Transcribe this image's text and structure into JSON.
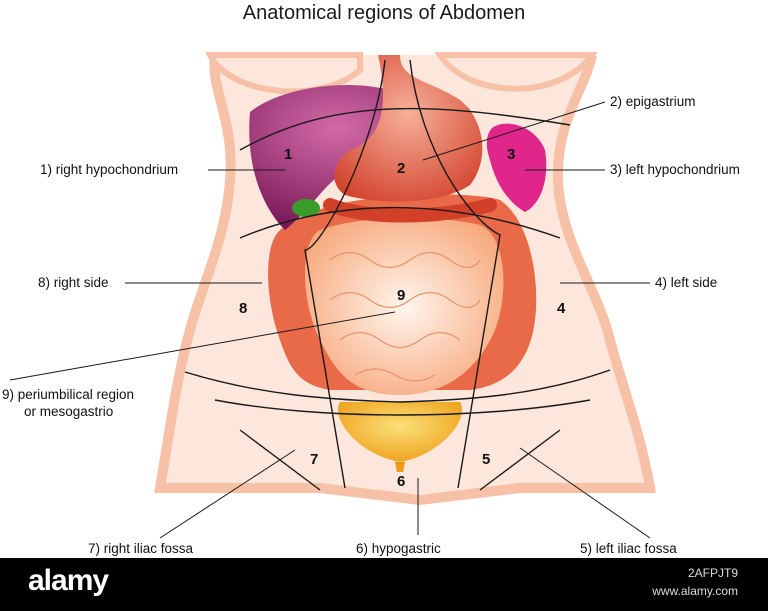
{
  "title": "Anatomical regions of Abdomen",
  "regions": [
    {
      "number": "1",
      "label": "1) right hypochondrium"
    },
    {
      "number": "2",
      "label": "2) epigastrium"
    },
    {
      "number": "3",
      "label": "3) left hypochondrium"
    },
    {
      "number": "4",
      "label": "4) left side"
    },
    {
      "number": "5",
      "label": "5) left iliac fossa"
    },
    {
      "number": "6",
      "label": "6) hypogastric"
    },
    {
      "number": "7",
      "label": "7) right iliac fossa"
    },
    {
      "number": "8",
      "label": "8) right side"
    },
    {
      "number": "9",
      "label_line1": "9) periumbilical region",
      "label_line2": "or mesogastrio"
    }
  ],
  "footer": {
    "brand": "alamy",
    "image_id": "2AFPJT9",
    "site": "www.alamy.com"
  },
  "colors": {
    "skin": "#f7c2a8",
    "liver": "#9c2a72",
    "stomach": "#e45a3e",
    "spleen": "#e0268a",
    "intestine_small": "#f7b890",
    "intestine_large": "#e86a48",
    "bladder": "#f0a020",
    "gallbladder": "#3a9a2a"
  }
}
